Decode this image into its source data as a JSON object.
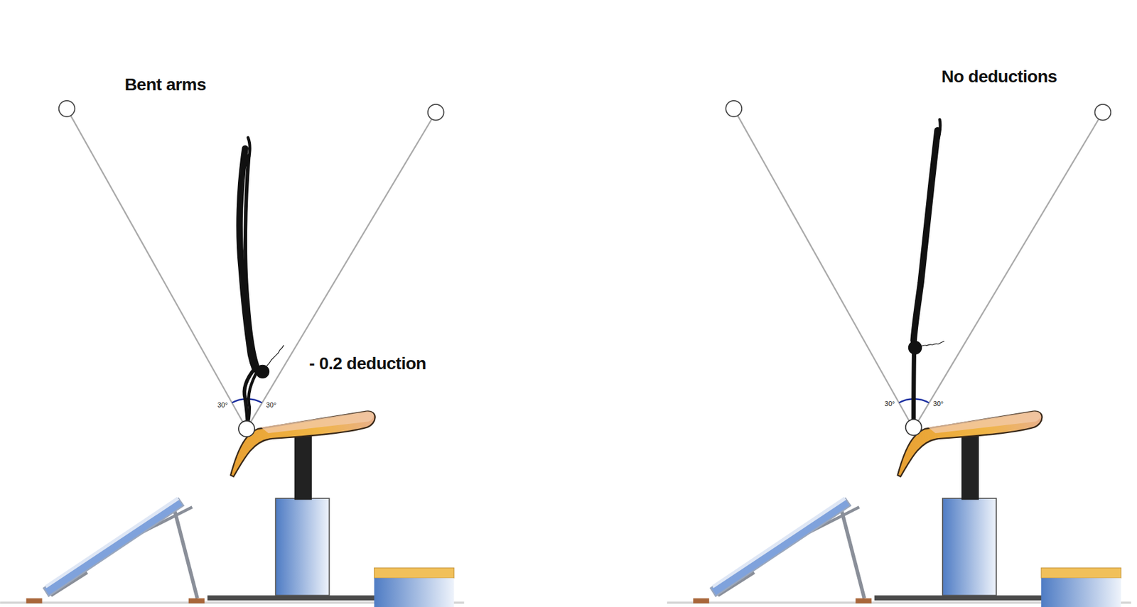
{
  "diagram": {
    "labels": [
      "Bent arms",
      "- 0.2 deduction",
      "30°",
      "30°",
      "No deductions",
      "30°",
      "30°"
    ]
  }
}
